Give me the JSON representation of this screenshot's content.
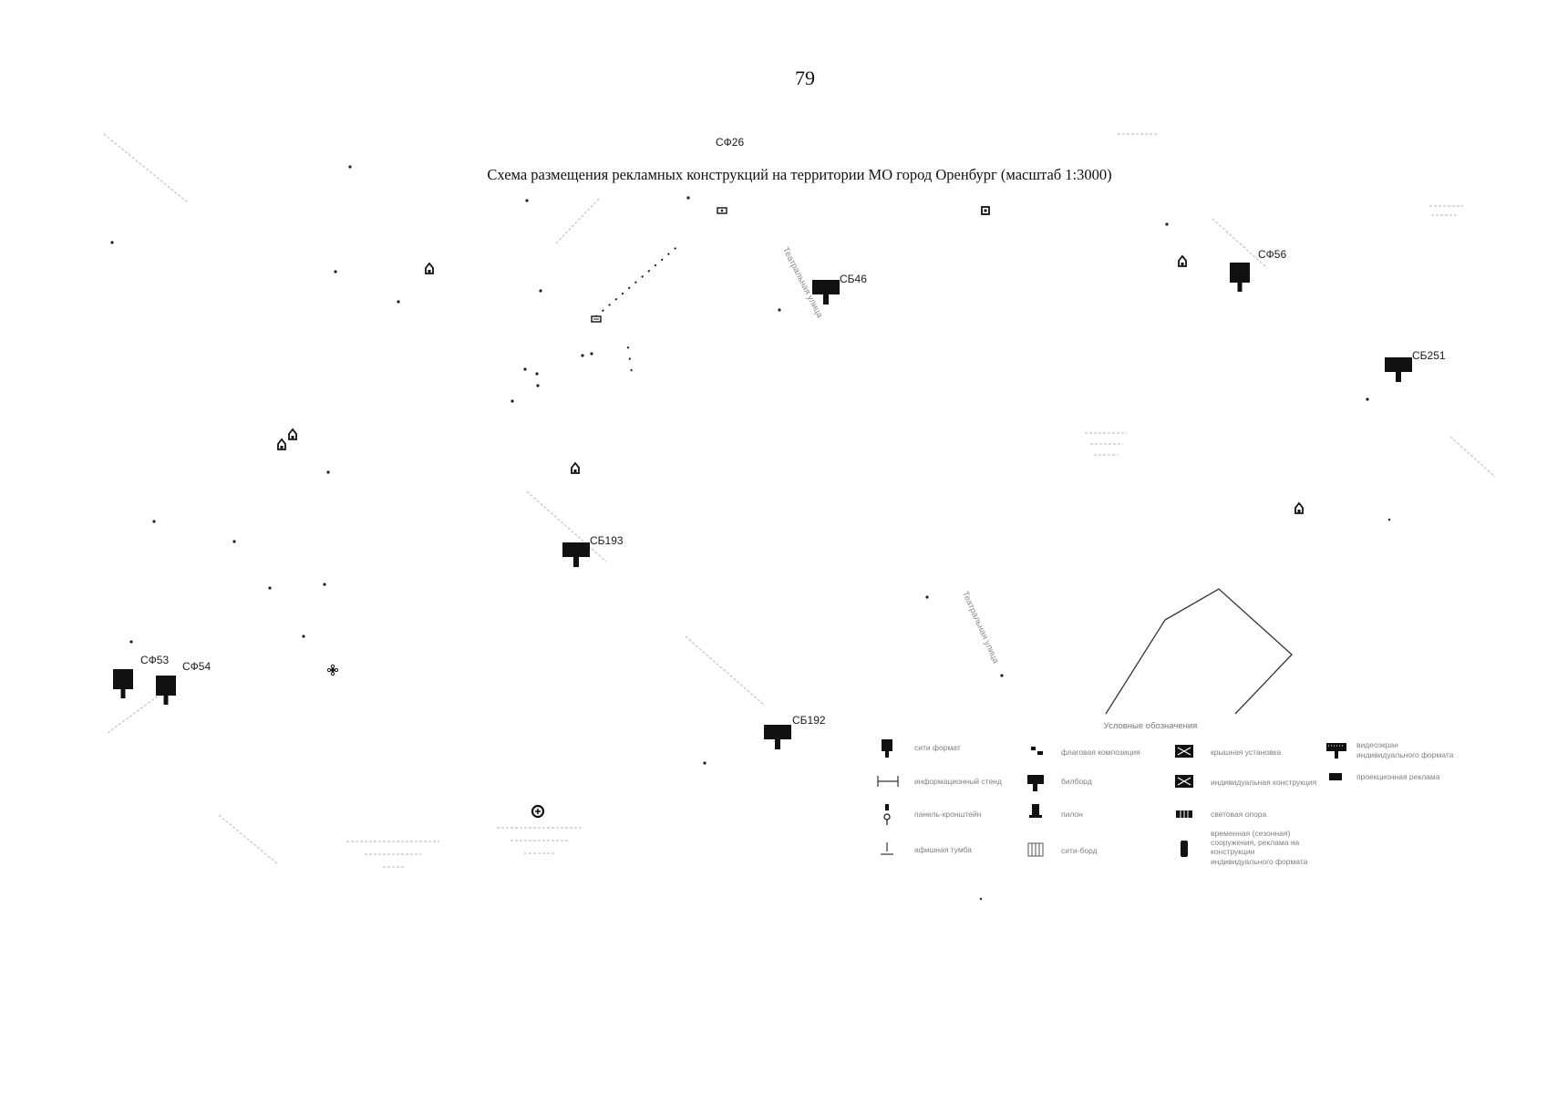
{
  "page_number": "79",
  "title": "Схема размещения рекламных конструкций на территории МО город Оренбург (масштаб 1:3000)",
  "sign_labels": {
    "sf26": "СФ26",
    "sb46": "СБ46",
    "sf56": "СФ56",
    "sb251": "СБ251",
    "sb193": "СБ193",
    "sf53": "СФ53",
    "sf54": "СФ54",
    "sb192": "СБ192"
  },
  "street_labels": [
    "Театральная улица",
    "Театральная улица"
  ],
  "legend": {
    "title": "Условные обозначения",
    "items": [
      {
        "icon": "city-format-icon",
        "lines": [
          "сити формат"
        ]
      },
      {
        "icon": "info-stand-icon",
        "lines": [
          "информационный стенд"
        ]
      },
      {
        "icon": "bracket-panel-icon",
        "lines": [
          "панель-кронштейн"
        ]
      },
      {
        "icon": "poster-column-icon",
        "lines": [
          "афишная тумба"
        ]
      },
      {
        "icon": "flag-composition-icon",
        "lines": [
          "флаговая композиция"
        ]
      },
      {
        "icon": "billboard-icon",
        "lines": [
          "билборд"
        ]
      },
      {
        "icon": "pylon-icon",
        "lines": [
          "пилон"
        ]
      },
      {
        "icon": "city-board-icon",
        "lines": [
          "сити-борд"
        ]
      },
      {
        "icon": "roof-installation-icon",
        "lines": [
          "крышная установка"
        ]
      },
      {
        "icon": "custom-structure-icon",
        "lines": [
          "индивидуальная конструкция"
        ]
      },
      {
        "icon": "light-pole-icon",
        "lines": [
          "световая опора"
        ]
      },
      {
        "icon": "seasonal-structure-icon",
        "lines": [
          "временная (сезонная)",
          "сооружения, реклама на",
          "конструкции",
          "индивидуального формата"
        ]
      },
      {
        "icon": "video-screen-icon",
        "lines": [
          "видеоэкран",
          "индивидуального формата"
        ]
      },
      {
        "icon": "projection-ad-icon",
        "lines": [
          "проекционная реклама"
        ]
      }
    ]
  },
  "colors": {
    "ink": "#111111",
    "legend_text": "#808080",
    "faint_labels": "#c4c4c4"
  }
}
